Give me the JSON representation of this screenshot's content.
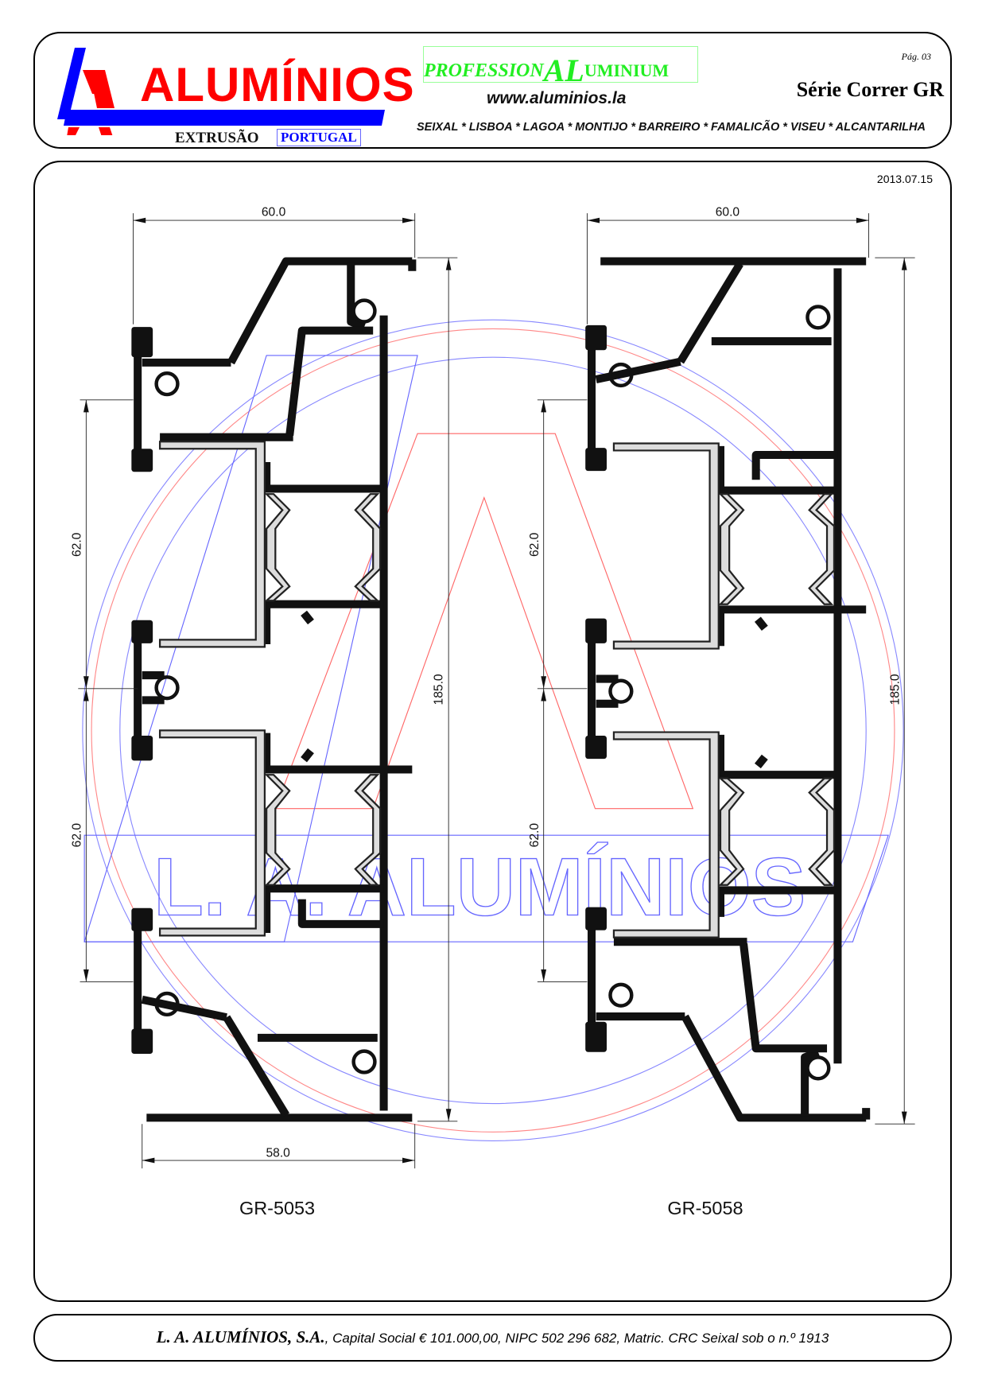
{
  "header": {
    "logo_word": "ALUMÍNIOS",
    "logo_extrusao": "EXTRUSÃO",
    "logo_portugal": "PORTUGAL",
    "professional_prefix": "PROFESSION",
    "professional_al": "AL",
    "professional_suffix": "UMINIUM",
    "website": "www.aluminios.la",
    "cities": "SEIXAL * LISBOA * LAGOA * MONTIJO * BARREIRO * FAMALICÃO * VISEU * ALCANTARILHA",
    "page": "Pág. 03",
    "series_title": "Série Correr GR"
  },
  "main": {
    "date": "2013.07.15",
    "watermark": "L. A. ALUMÍNIOS",
    "profiles": [
      {
        "code": "GR-5053",
        "width_top": "60.0",
        "height": "185.0",
        "pitch_1": "62.0",
        "pitch_2": "62.0",
        "width_bottom": "58.0"
      },
      {
        "code": "GR-5058",
        "width_top": "60.0",
        "height": "185.0",
        "pitch_1": "62.0",
        "pitch_2": "62.0"
      }
    ]
  },
  "footer": {
    "company": "L. A. ALUMÍNIOS, S.A.",
    "details": ", Capital Social € 101.000,00, NIPC 502 296 682, Matric. CRC Seixal sob o n.º 1913"
  }
}
